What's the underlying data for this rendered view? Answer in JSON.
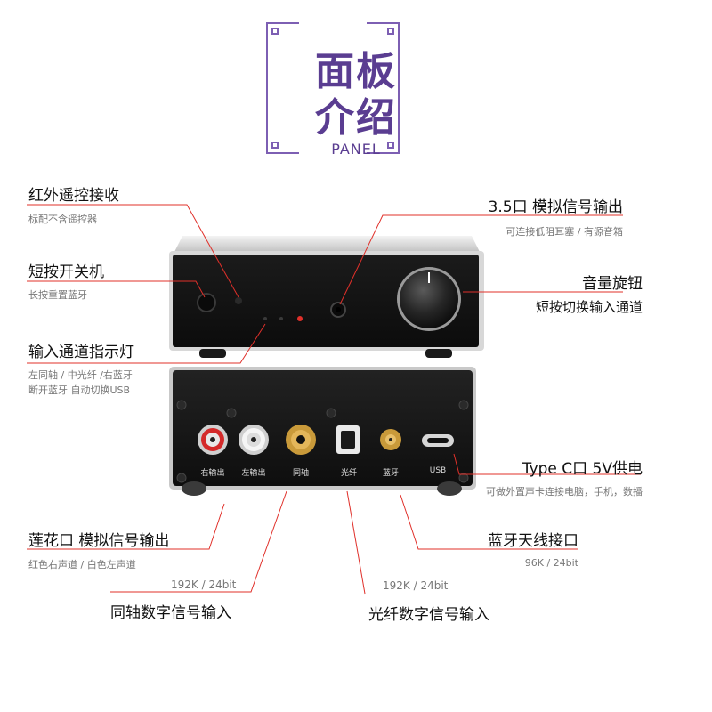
{
  "header": {
    "title_line1": "面板",
    "title_line2": "介绍",
    "subtitle": "PANEL"
  },
  "front_callouts": {
    "ir": {
      "title": "红外遥控接收",
      "desc": "标配不含遥控器"
    },
    "power": {
      "title": "短按开关机",
      "desc": "长按重置蓝牙"
    },
    "indicator": {
      "title": "输入通道指示灯",
      "desc1": "左同轴 / 中光纤 /右蓝牙",
      "desc2": "断开蓝牙 自动切换USB"
    },
    "jack35": {
      "title": "3.5口 模拟信号输出",
      "desc": "可连接低阻耳塞 / 有源音箱"
    },
    "volume": {
      "title": "音量旋钮",
      "desc": "短按切换输入通道"
    }
  },
  "rear_jacks": {
    "rca_right": "右输出",
    "rca_left": "左输出",
    "coax": "同轴",
    "optical": "光纤",
    "bluetooth": "蓝牙",
    "usb": "USB"
  },
  "rear_callouts": {
    "typec": {
      "title": "Type C口 5V供电",
      "desc": "可做外置声卡连接电脑，手机，数播"
    },
    "rca": {
      "title": "莲花口 模拟信号输出",
      "desc": "红色右声道 / 白色左声道"
    },
    "antenna": {
      "title": "蓝牙天线接口",
      "desc": "96K / 24bit"
    },
    "coax": {
      "title": "同轴数字信号输入",
      "desc": "192K / 24bit"
    },
    "optical": {
      "title": "光纤数字信号输入",
      "desc": "192K / 24bit"
    }
  },
  "colors": {
    "accent_purple": "#5a3d91",
    "callout_red": "#e0302a",
    "device_black": "#121212",
    "rca_red": "#d42a2a",
    "gold": "#c99a3a"
  },
  "icons": {
    "frame": "chinese-fret-frame",
    "knob": "volume-knob"
  }
}
